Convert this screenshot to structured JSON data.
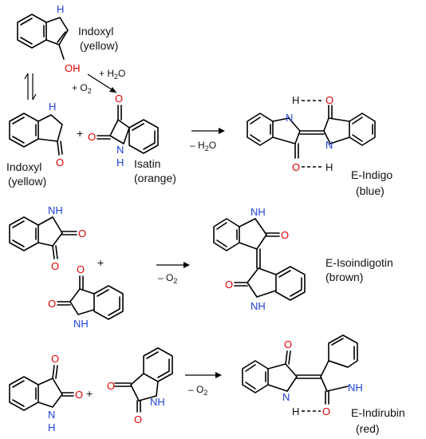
{
  "labels": {
    "indoxyl_enol": [
      "Indoxyl",
      "(yellow)"
    ],
    "indoxyl_keto": [
      "Indoxyl",
      "(yellow)"
    ],
    "isatin": [
      "Isatin",
      "(orange)"
    ],
    "indigo": [
      "E-Indigo",
      "(blue)"
    ],
    "isoindigotin": [
      "E-Isoindigotin",
      "(brown)"
    ],
    "indirubin": [
      "E-Indirubin",
      "(red)"
    ]
  },
  "conditions": {
    "add_water": "+ H",
    "add_water_sub": "2",
    "add_water_tail": "O",
    "add_oxygen": "+ O",
    "add_oxygen_sub": "2",
    "lose_water": "– H",
    "lose_water_sub": "2",
    "lose_water_tail": "O",
    "lose_oxygen_1": "– O",
    "lose_oxygen_1_sub": "2",
    "lose_oxygen_2": "– O",
    "lose_oxygen_2_sub": "2"
  },
  "plus_signs": [
    "+",
    "+",
    "+"
  ],
  "atoms": {
    "O": "O",
    "OH": "OH",
    "H": "H",
    "N": "N",
    "NH": "NH"
  },
  "colors": {
    "oxygen": "#e00000",
    "nitrogen": "#1f3fd6",
    "bond": "#000000"
  }
}
